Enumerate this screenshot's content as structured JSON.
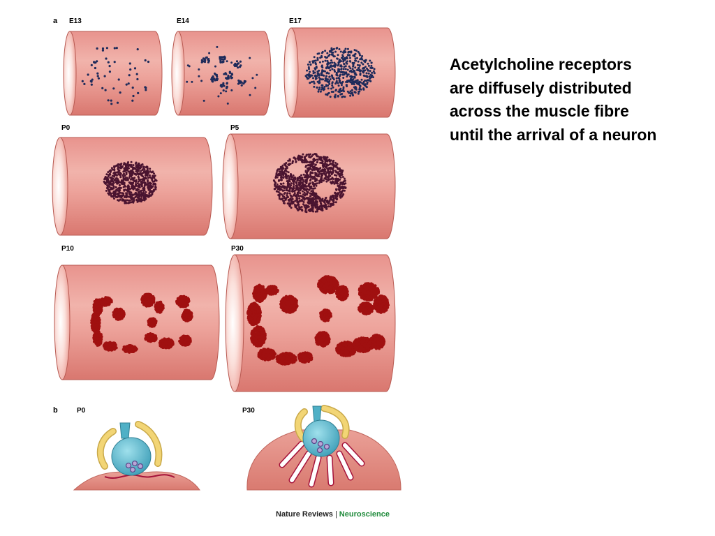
{
  "panel_a": {
    "label": "a",
    "stages": [
      {
        "label": "E13"
      },
      {
        "label": "E14"
      },
      {
        "label": "E17"
      },
      {
        "label": "P0"
      },
      {
        "label": "P5"
      },
      {
        "label": "P10"
      },
      {
        "label": "P30"
      }
    ]
  },
  "panel_b": {
    "label": "b",
    "stages": [
      {
        "label": "P0"
      },
      {
        "label": "P30"
      }
    ]
  },
  "caption": {
    "lines": [
      "Acetylcholine receptors",
      "are diffusely distributed",
      "across the muscle fibre",
      "until the arrival of a neuron"
    ]
  },
  "credit": {
    "journal": "Nature Reviews",
    "separator": "|",
    "section": "Neuroscience"
  },
  "colors": {
    "muscle": "#e9958f",
    "muscle_light": "#fbe3df",
    "receptor_early": "#1d2a5a",
    "receptor_mid": "#4a1430",
    "receptor_late": "#a01010",
    "terminal": "#6ec6d8",
    "schwann": "#f2d575",
    "neuroscience": "#1e8a3a"
  }
}
